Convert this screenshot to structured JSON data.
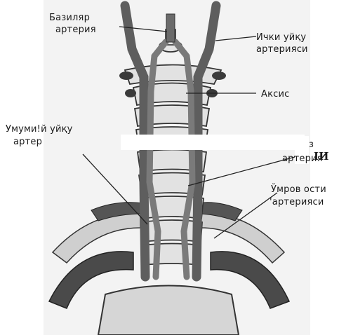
{
  "labels": {
    "basilar_1": "Базиляр",
    "basilar_2": "артерия",
    "internal_1": "Ички уйқу",
    "internal_2": "артерияси",
    "axis": "Аксис",
    "common_1": "Умуми!й уйқу",
    "common_2": "артер",
    "vertebral_frag_1": "з",
    "vertebral_frag_2": "артерия",
    "vertebral_frag_3": "ІИ",
    "subclavian_1": "Ўмров ости",
    "subclavian_2": "'артерияси"
  },
  "colors": {
    "artery": "#5e5e5e",
    "bone_fill": "#dcdcdc",
    "bone_stroke": "#333333",
    "background_tint": "#f3f3f3"
  }
}
